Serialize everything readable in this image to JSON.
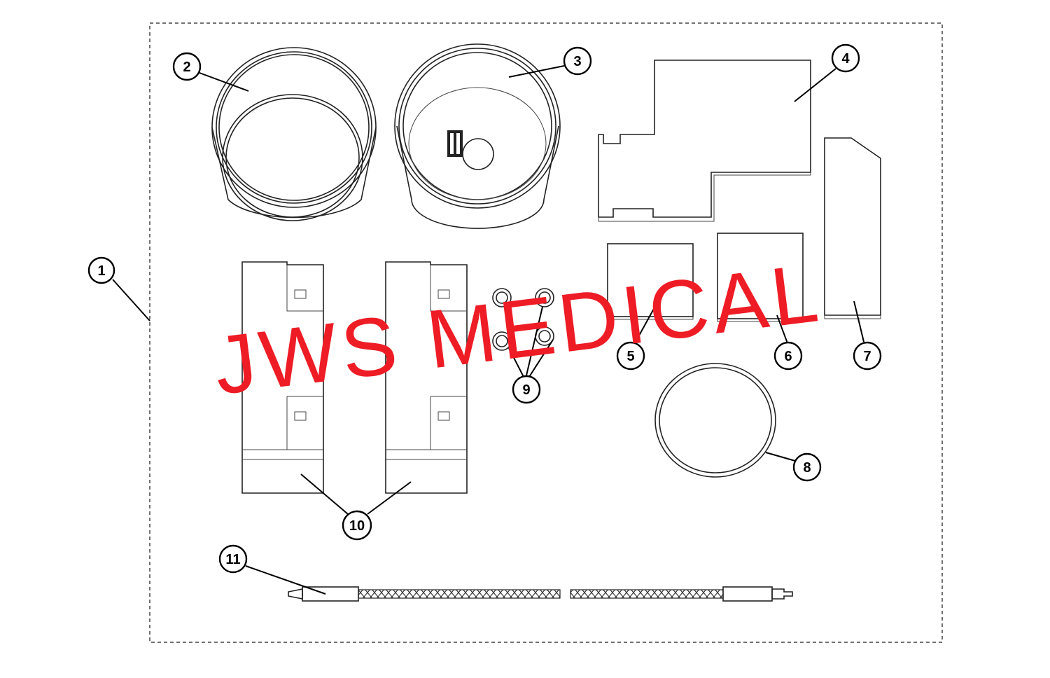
{
  "watermark": "JWS MEDICAL",
  "colors": {
    "watermark": "#ee1c25",
    "line": "#222222",
    "background": "#ffffff"
  },
  "callouts": {
    "c1": "1",
    "c2": "2",
    "c3": "3",
    "c4": "4",
    "c5": "5",
    "c6": "6",
    "c7": "7",
    "c8": "8",
    "c9": "9",
    "c10": "10",
    "c11": "11"
  }
}
